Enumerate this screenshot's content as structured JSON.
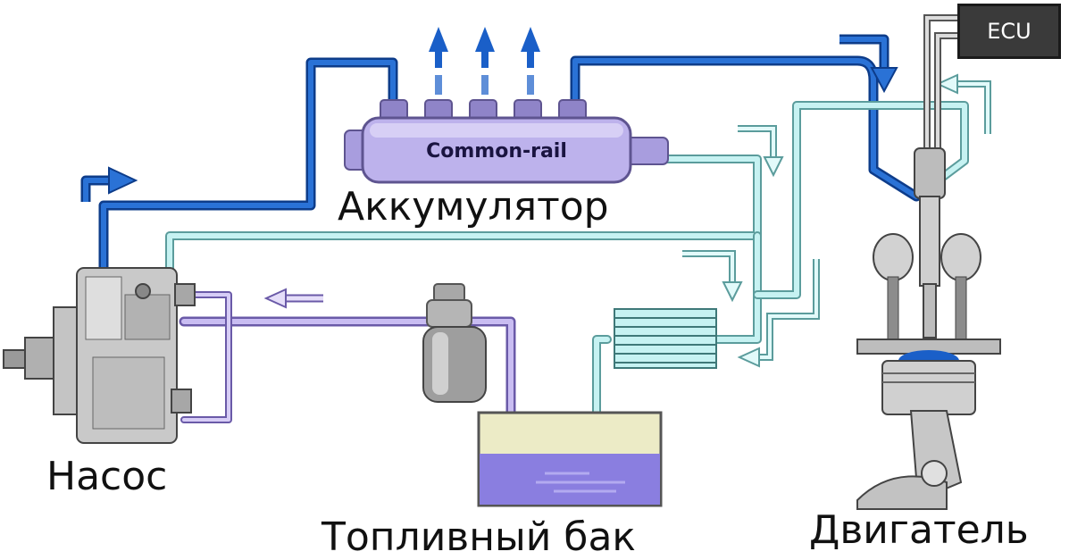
{
  "labels": {
    "ecu": "ECU",
    "rail": "Common-rail",
    "accumulator": "Аккумулятор",
    "pump": "Насос",
    "tank": "Топливный бак",
    "engine": "Двигатель"
  },
  "colors": {
    "high_pressure": "#1a5fc8",
    "return_line": "#b8ecec",
    "feed_line": "#b7a8e8",
    "rail_body": "#b9aee6",
    "ecu_box": "#3a3a3a",
    "fuel": "#8a7ee0",
    "tank_top": "#ecebc6"
  }
}
